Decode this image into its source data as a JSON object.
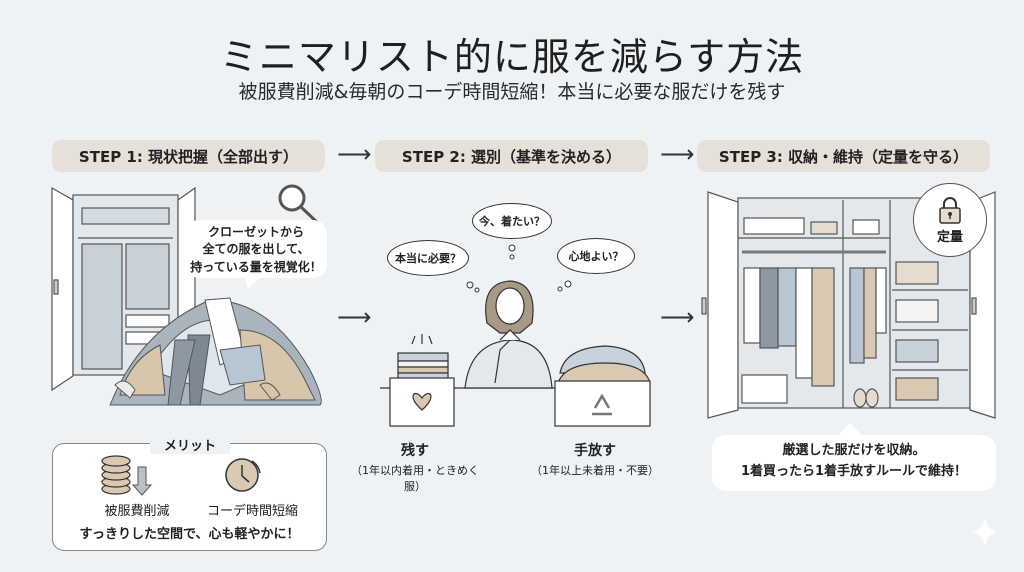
{
  "header": {
    "title": "ミニマリスト的に服を減らす方法",
    "subtitle": "被服費削減&毎朝のコーデ時間短縮！本当に必要な服だけを残す"
  },
  "steps": [
    {
      "label": "STEP 1: 現状把握（全部出す）",
      "callout": [
        "クローゼットから",
        "全ての服を出して、",
        "持っている量を視覚化！"
      ],
      "icon": "magnifier-icon"
    },
    {
      "label": "STEP 2: 選別（基準を決める）",
      "thoughts": [
        "本当に必要？",
        "今、着たい？",
        "心地よい？"
      ],
      "keep": {
        "title": "残す",
        "note": "（1年以内着用・ときめく服）",
        "icon": "heart-icon"
      },
      "discard": {
        "title": "手放す",
        "note": "（1年以上未着用・不要）",
        "icon": "recycle-icon"
      }
    },
    {
      "label": "STEP 3: 収納・維持（定量を守る）",
      "badge": "定量",
      "callout": [
        "厳選した服だけを収納。",
        "1着買ったら1着手放すルールで維持！"
      ]
    }
  ],
  "arrow_glyph": "⟶",
  "merit": {
    "title": "メリット",
    "items": [
      {
        "label": "被服費削減",
        "icon": "coins-down-icon"
      },
      {
        "label": "コーデ時間短縮",
        "icon": "clock-icon"
      }
    ],
    "summary": "すっきりした空間で、心も軽やかに！"
  },
  "colors": {
    "background": "#eef2f5",
    "pill": "#e6e1d8",
    "beige": "#d9c9b2",
    "blue_gray": "#b8c6d3",
    "gray": "#7d8690"
  }
}
